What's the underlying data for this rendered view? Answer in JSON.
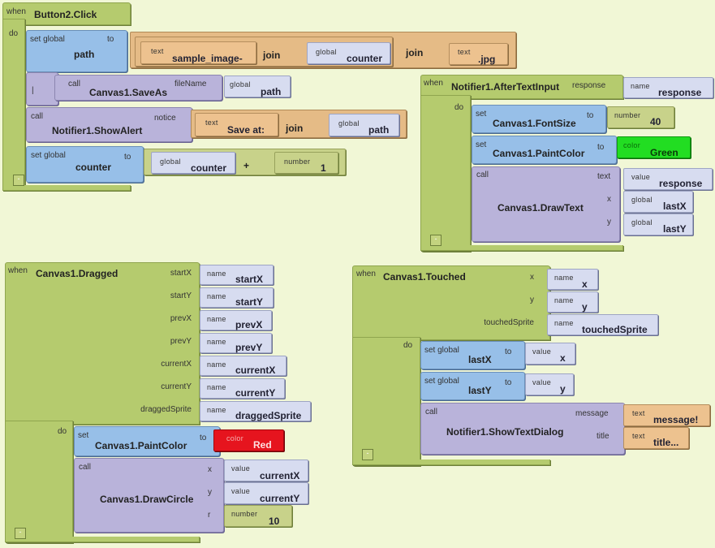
{
  "blocks": {
    "button_click": {
      "when": "when",
      "event": "Button2.Click",
      "do": "do",
      "set_path": {
        "keyword": "set global",
        "var": "path",
        "to": "to"
      },
      "text1": {
        "type": "text",
        "value": "sample_image-"
      },
      "join1": "join",
      "global_counter": {
        "type": "global",
        "value": "counter"
      },
      "join2": "join",
      "text2": {
        "type": "text",
        "value": ".jpg"
      },
      "saveas": {
        "keyword": "call",
        "method": "Canvas1.SaveAs",
        "param": "fileName",
        "marker": "|"
      },
      "saveas_arg": {
        "type": "global",
        "value": "path"
      },
      "showalert": {
        "keyword": "call",
        "method": "Notifier1.ShowAlert",
        "param": "notice"
      },
      "alert_text": {
        "type": "text",
        "value": "Save at:"
      },
      "alert_join": "join",
      "alert_path": {
        "type": "global",
        "value": "path"
      },
      "set_counter": {
        "keyword": "set global",
        "var": "counter",
        "to": "to"
      },
      "counter_global": {
        "type": "global",
        "value": "counter"
      },
      "plus": "+",
      "counter_num": {
        "type": "number",
        "value": "1"
      },
      "collapse": "-"
    },
    "after_text": {
      "when": "when",
      "event": "Notifier1.AfterTextInput",
      "param": "response",
      "param_name": {
        "type": "name",
        "value": "response"
      },
      "do": "do",
      "set_font": {
        "keyword": "set",
        "prop": "Canvas1.FontSize",
        "to": "to"
      },
      "font_num": {
        "type": "number",
        "value": "40"
      },
      "set_color": {
        "keyword": "set",
        "prop": "Canvas1.PaintColor",
        "to": "to"
      },
      "color": {
        "type": "color",
        "value": "Green",
        "hex": "#22dd22"
      },
      "drawtext": {
        "keyword": "call",
        "method": "Canvas1.DrawText",
        "params": [
          "text",
          "x",
          "y"
        ]
      },
      "arg_text": {
        "type": "value",
        "value": "response"
      },
      "arg_x": {
        "type": "global",
        "value": "lastX"
      },
      "arg_y": {
        "type": "global",
        "value": "lastY"
      },
      "collapse": "-"
    },
    "dragged": {
      "when": "when",
      "event": "Canvas1.Dragged",
      "params": [
        {
          "label": "startX",
          "type": "name",
          "value": "startX"
        },
        {
          "label": "startY",
          "type": "name",
          "value": "startY"
        },
        {
          "label": "prevX",
          "type": "name",
          "value": "prevX"
        },
        {
          "label": "prevY",
          "type": "name",
          "value": "prevY"
        },
        {
          "label": "currentX",
          "type": "name",
          "value": "currentX"
        },
        {
          "label": "currentY",
          "type": "name",
          "value": "currentY"
        },
        {
          "label": "draggedSprite",
          "type": "name",
          "value": "draggedSprite"
        }
      ],
      "do": "do",
      "set_color": {
        "keyword": "set",
        "prop": "Canvas1.PaintColor",
        "to": "to"
      },
      "color": {
        "type": "color",
        "value": "Red",
        "hex": "#e6141e"
      },
      "drawcircle": {
        "keyword": "call",
        "method": "Canvas1.DrawCircle",
        "params": [
          "x",
          "y",
          "r"
        ]
      },
      "arg_x": {
        "type": "value",
        "value": "currentX"
      },
      "arg_y": {
        "type": "value",
        "value": "currentY"
      },
      "arg_r": {
        "type": "number",
        "value": "10"
      },
      "collapse": "-"
    },
    "touched": {
      "when": "when",
      "event": "Canvas1.Touched",
      "params": [
        {
          "label": "x",
          "type": "name",
          "value": "x"
        },
        {
          "label": "y",
          "type": "name",
          "value": "y"
        },
        {
          "label": "touchedSprite",
          "type": "name",
          "value": "touchedSprite"
        }
      ],
      "do": "do",
      "set_lastx": {
        "keyword": "set global",
        "var": "lastX",
        "to": "to"
      },
      "lastx_val": {
        "type": "value",
        "value": "x"
      },
      "set_lasty": {
        "keyword": "set global",
        "var": "lastY",
        "to": "to"
      },
      "lasty_val": {
        "type": "value",
        "value": "y"
      },
      "dialog": {
        "keyword": "call",
        "method": "Notifier1.ShowTextDialog",
        "params": [
          "message",
          "title"
        ]
      },
      "arg_message": {
        "type": "text",
        "value": "message!"
      },
      "arg_title": {
        "type": "text",
        "value": "title..."
      },
      "collapse": "-"
    }
  }
}
